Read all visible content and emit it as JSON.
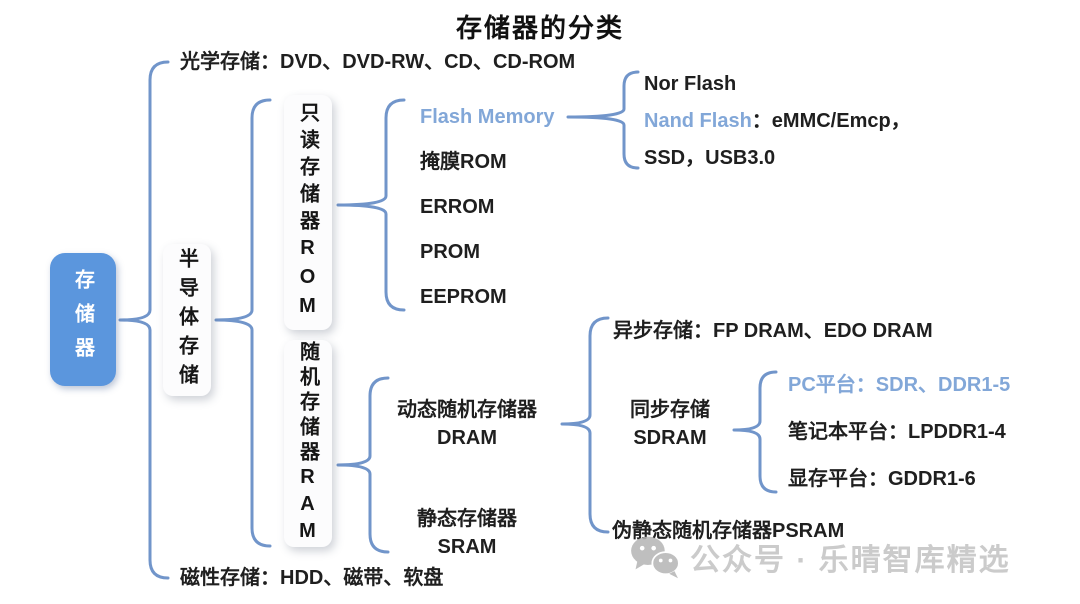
{
  "title": "存储器的分类",
  "colors": {
    "node_blue": "#5b96dd",
    "brace_blue": "#7195ca",
    "text_blue": "#82a7d8",
    "text_dark": "#1f1f1f",
    "watermark_gray": "#c2c2c2"
  },
  "root": {
    "label": "存储器"
  },
  "branches": {
    "optical": {
      "label": "光学存储：DVD、DVD-RW、CD、CD-ROM"
    },
    "semiconductor": {
      "label": "半导体存储"
    },
    "magnetic": {
      "label": "磁性存储：HDD、磁带、软盘"
    }
  },
  "rom": {
    "label": "只读存储器ROM",
    "flash": {
      "label": "Flash Memory"
    },
    "flash_children": {
      "nor": "Nor Flash",
      "nand_name": "Nand Flash",
      "nand_rest": "：eMMC/Emcp，",
      "nand_line2": "SSD，USB3.0"
    },
    "mask_rom": "掩膜ROM",
    "errom": "ERROM",
    "prom": "PROM",
    "eeprom": "EEPROM"
  },
  "ram": {
    "label": "随机存储器RAM",
    "dram_line1": "动态随机存储器",
    "dram_line2": "DRAM",
    "sram_line1": "静态存储器",
    "sram_line2": "SRAM",
    "async": "异步存储：FP DRAM、EDO DRAM",
    "sdram_line1": "同步存储",
    "sdram_line2": "SDRAM",
    "psram": "伪静态随机存储器PSRAM",
    "pc": "PC平台：SDR、DDR1-5",
    "laptop": "笔记本平台：LPDDR1-4",
    "gpu": "显存平台：GDDR1-6"
  },
  "watermark": {
    "text": "公众号 · 乐晴智库精选"
  }
}
